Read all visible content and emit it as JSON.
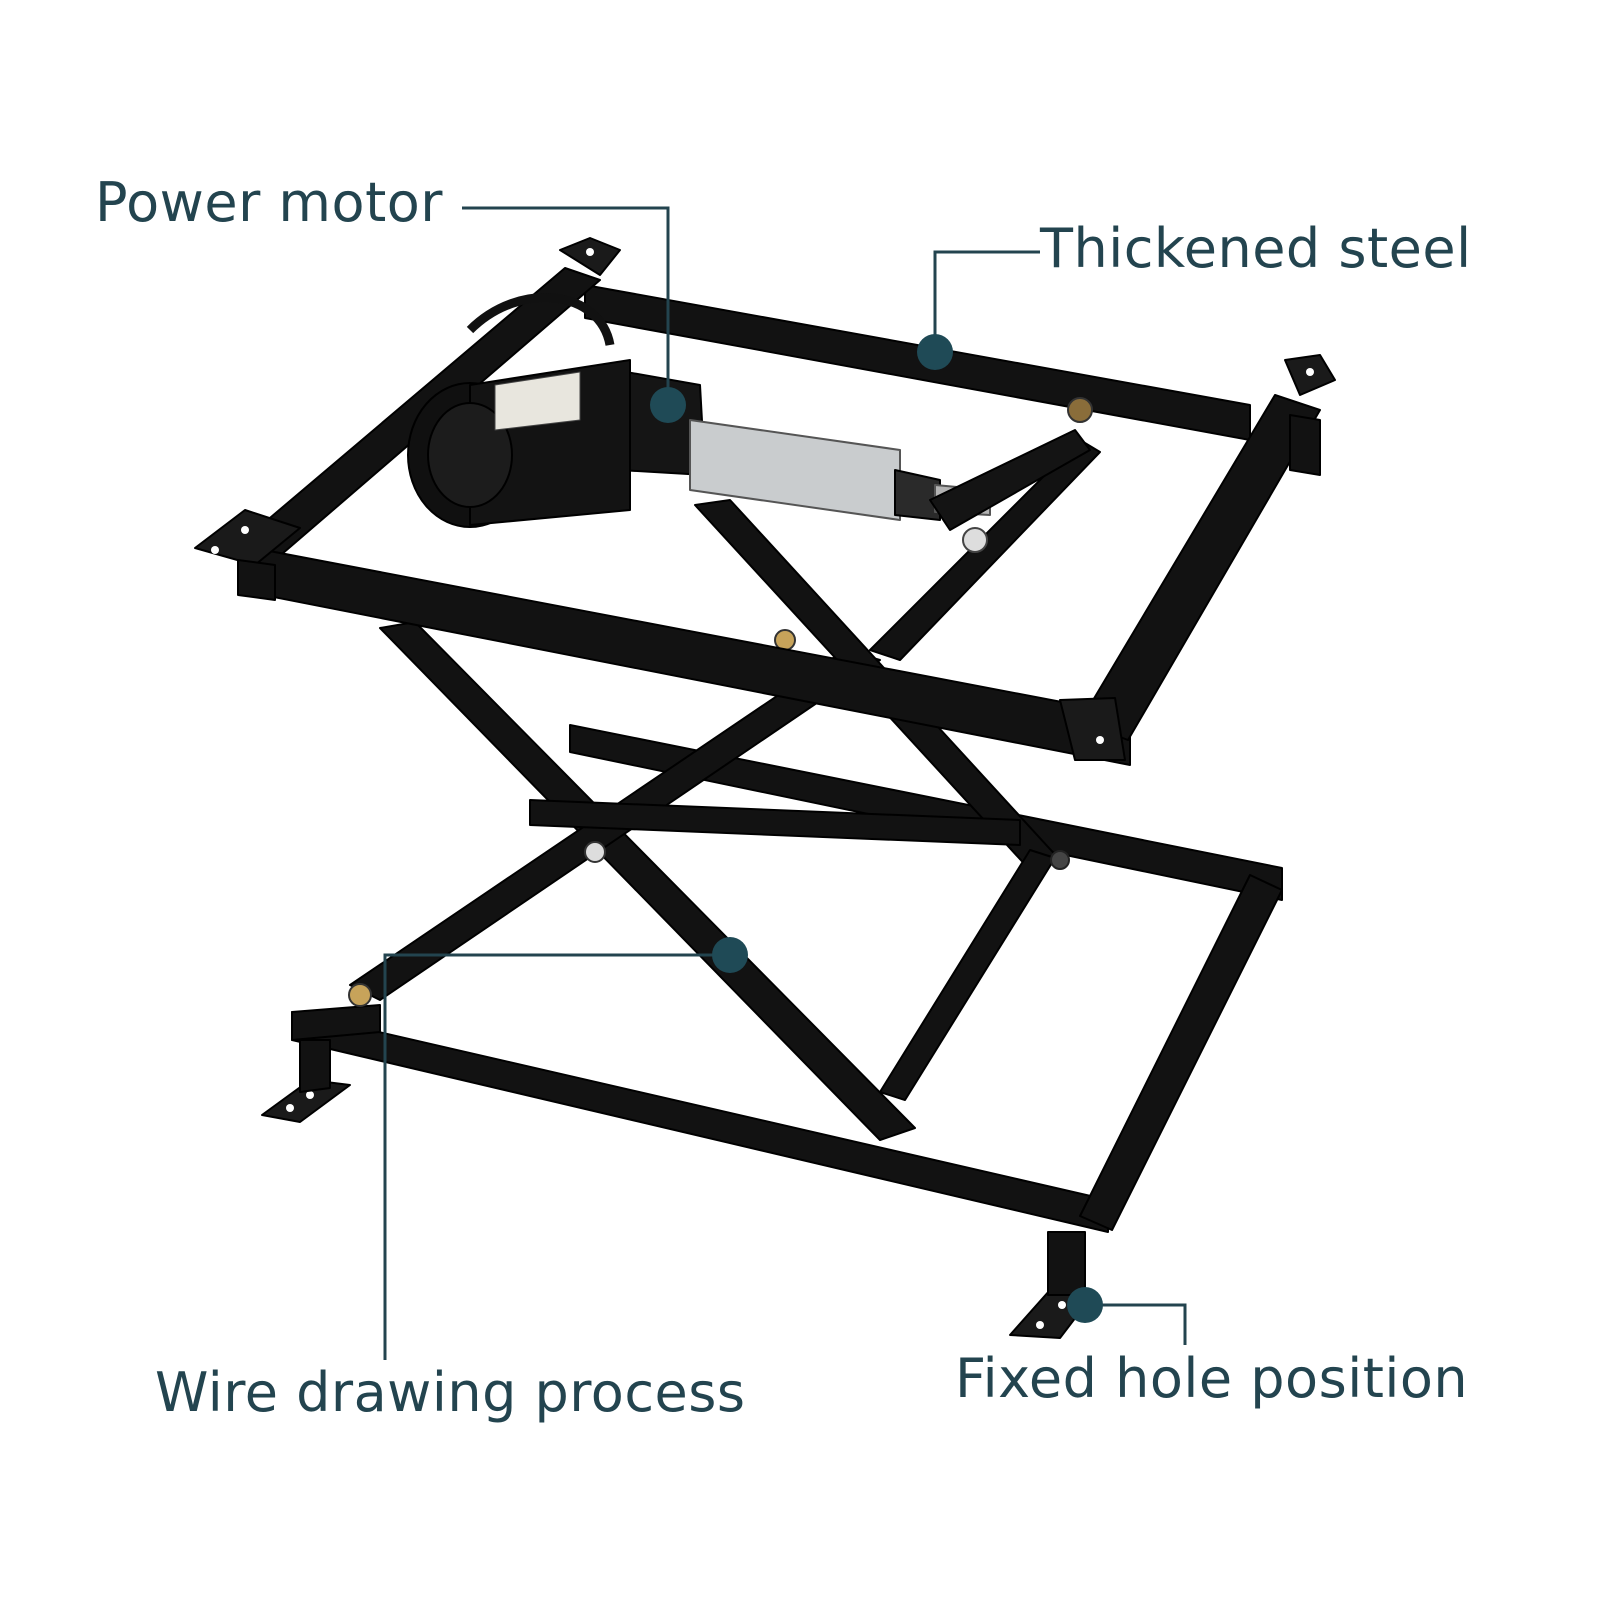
{
  "annotations": {
    "power_motor": "Power motor",
    "thickened_steel": "Thickened steel",
    "wire_drawing": "Wire drawing process",
    "fixed_hole": "Fixed hole position"
  },
  "colors": {
    "label_text": "#23444f",
    "callout_line": "#23444f",
    "callout_dot": "#1f4a56",
    "frame_steel": "#111111",
    "actuator_tube": "#c9ccce"
  }
}
